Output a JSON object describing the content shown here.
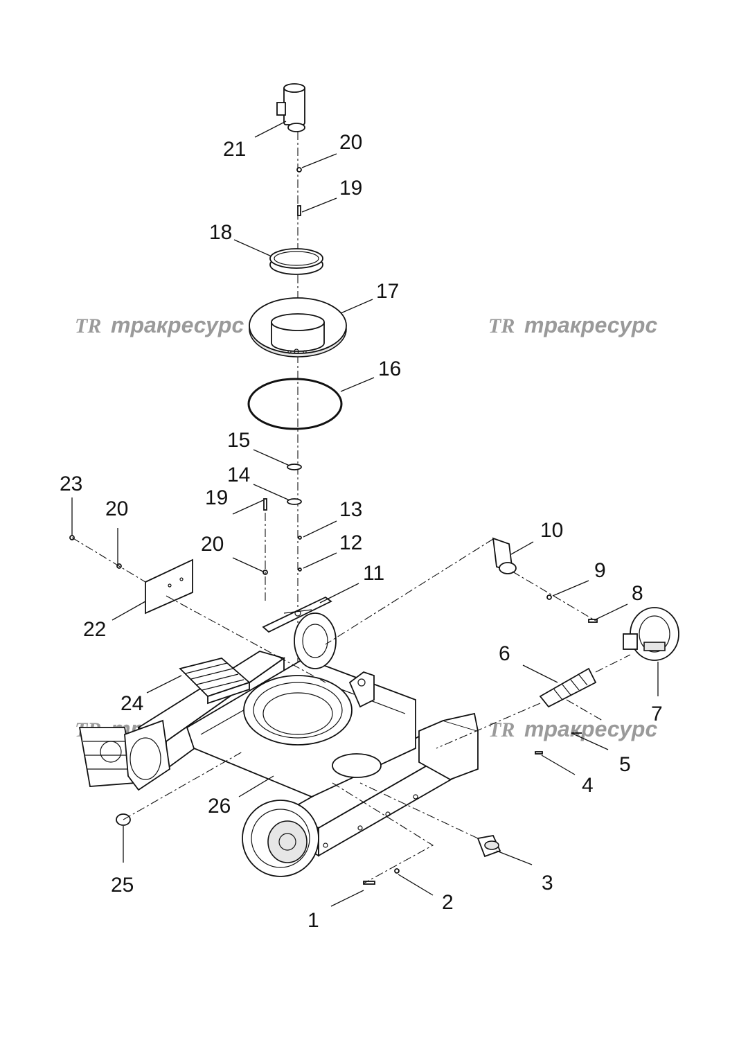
{
  "watermark": {
    "logo": "TR",
    "text": "тракресурс",
    "color": "#9a9a9a"
  },
  "callouts": [
    {
      "id": "c21",
      "label": "21"
    },
    {
      "id": "c20a",
      "label": "20"
    },
    {
      "id": "c19a",
      "label": "19"
    },
    {
      "id": "c18",
      "label": "18"
    },
    {
      "id": "c17",
      "label": "17"
    },
    {
      "id": "c16",
      "label": "16"
    },
    {
      "id": "c15",
      "label": "15"
    },
    {
      "id": "c14",
      "label": "14"
    },
    {
      "id": "c13",
      "label": "13"
    },
    {
      "id": "c12",
      "label": "12"
    },
    {
      "id": "c11",
      "label": "11"
    },
    {
      "id": "c10",
      "label": "10"
    },
    {
      "id": "c9",
      "label": "9"
    },
    {
      "id": "c8",
      "label": "8"
    },
    {
      "id": "c7",
      "label": "7"
    },
    {
      "id": "c6",
      "label": "6"
    },
    {
      "id": "c5",
      "label": "5"
    },
    {
      "id": "c4",
      "label": "4"
    },
    {
      "id": "c3",
      "label": "3"
    },
    {
      "id": "c2",
      "label": "2"
    },
    {
      "id": "c1",
      "label": "1"
    },
    {
      "id": "c23",
      "label": "23"
    },
    {
      "id": "c20b",
      "label": "20"
    },
    {
      "id": "c19b",
      "label": "19"
    },
    {
      "id": "c20c",
      "label": "20"
    },
    {
      "id": "c22",
      "label": "22"
    },
    {
      "id": "c24",
      "label": "24"
    },
    {
      "id": "c25",
      "label": "25"
    },
    {
      "id": "c26",
      "label": "26"
    }
  ]
}
